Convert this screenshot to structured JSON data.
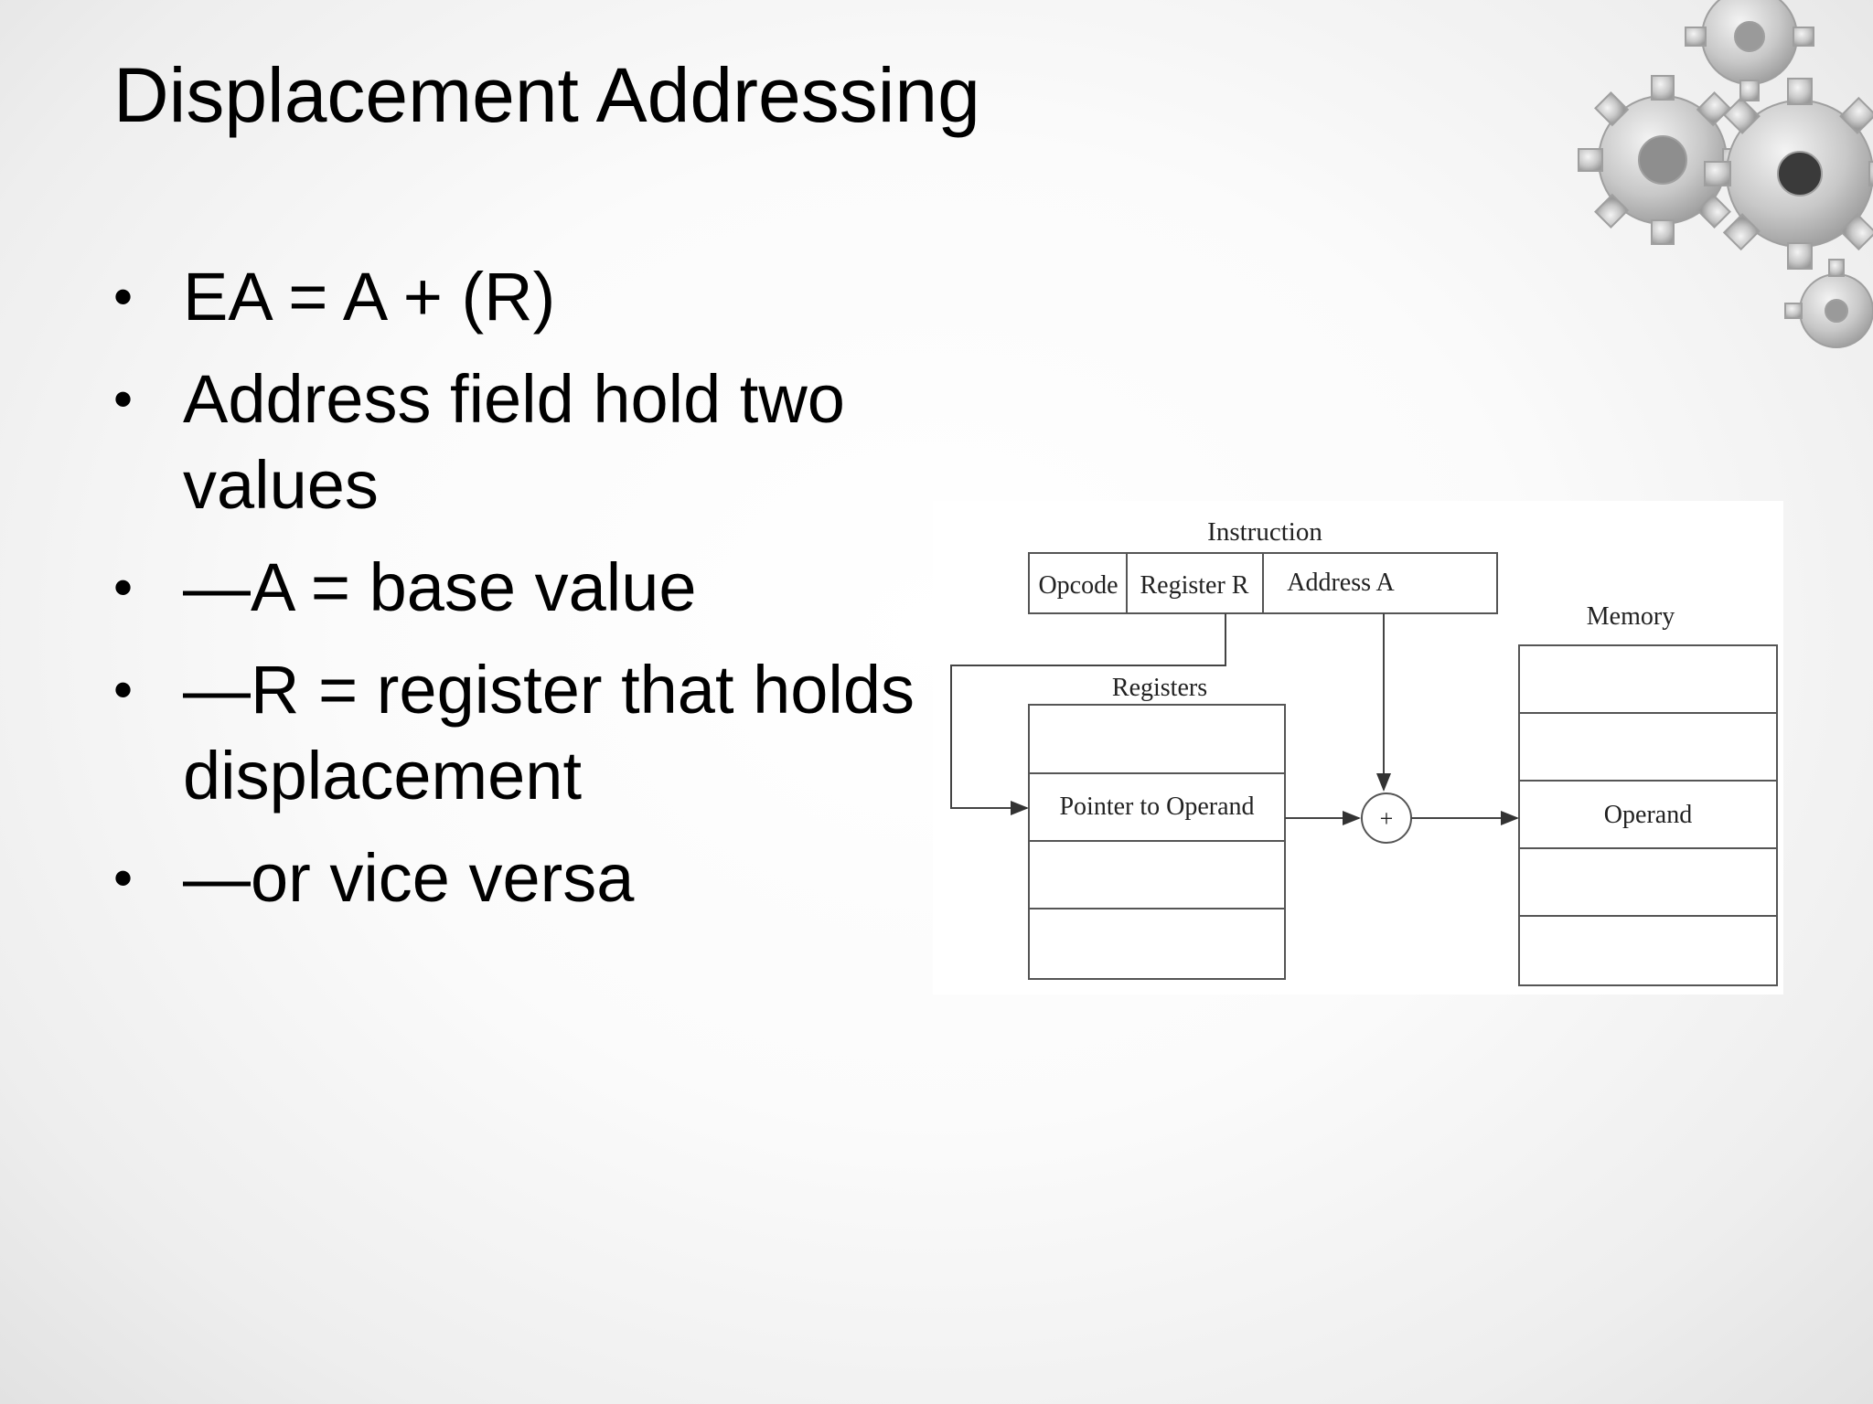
{
  "slide": {
    "title": "Displacement Addressing",
    "bullets": [
      "EA = A + (R)",
      "Address field hold two values",
      "—A = base value",
      "—R = register that holds displacement",
      "—or vice versa"
    ]
  },
  "diagram": {
    "instruction_label": "Instruction",
    "fields": [
      "Opcode",
      "Register R",
      "Address A"
    ],
    "registers_label": "Registers",
    "register_cell": "Pointer to Operand",
    "memory_label": "Memory",
    "memory_cell": "Operand",
    "adder_symbol": "+"
  },
  "decoration": {
    "gears_icon": "gears-icon",
    "gear_color": "#b9b9b9"
  }
}
